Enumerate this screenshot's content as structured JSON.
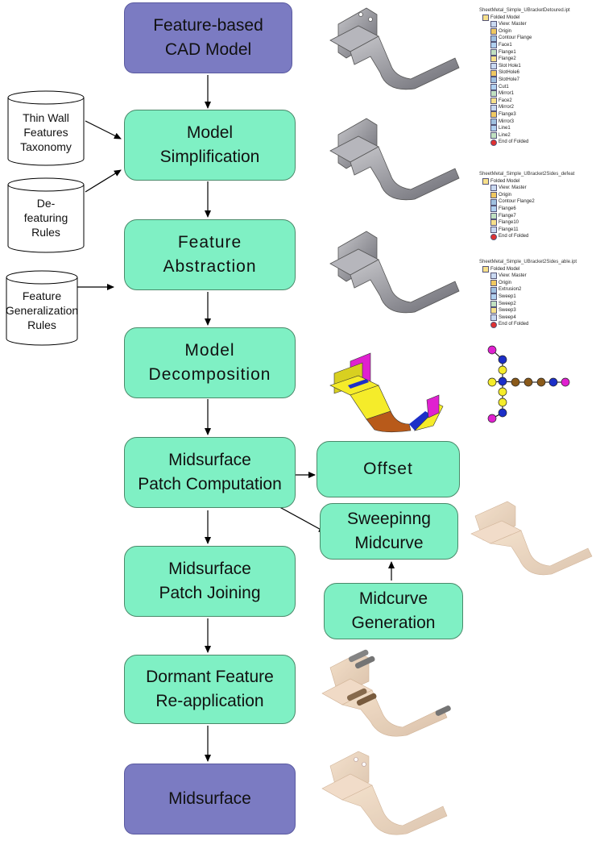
{
  "process_boxes": [
    {
      "id": "cad",
      "label": "Feature-based\nCAD Model"
    },
    {
      "id": "simplification",
      "label": "Model\nSimplification"
    },
    {
      "id": "abstraction",
      "label": "Feature\nAbstraction"
    },
    {
      "id": "decomposition",
      "label": "Model\nDecomposition"
    },
    {
      "id": "patch_computation",
      "label": "Midsurface\nPatch Computation"
    },
    {
      "id": "patch_joining",
      "label": "Midsurface\nPatch Joining"
    },
    {
      "id": "dormant",
      "label": "Dormant Feature\nRe-application"
    },
    {
      "id": "midsurface",
      "label": "Midsurface"
    },
    {
      "id": "offset",
      "label": "Offset"
    },
    {
      "id": "sweeping",
      "label": "Sweepinng\nMidcurve"
    },
    {
      "id": "midcurve_gen",
      "label": "Midcurve\nGeneration"
    }
  ],
  "databases": [
    {
      "id": "taxonomy",
      "label": "Thin Wall\nFeatures\nTaxonomy"
    },
    {
      "id": "defeaturing",
      "label": "De-\nfeaturing\nRules"
    },
    {
      "id": "generalization",
      "label": "Feature\nGeneralization\nRules"
    }
  ],
  "feature_trees": [
    {
      "id": "tree1",
      "title": "SheetMetal_Simple_UBracketDetoured.ipt",
      "items": [
        "Folded Model",
        "View: Master",
        "Origin",
        "Contour Flange",
        "Face1",
        "Flange1",
        "Flange2",
        "Slot Hole1",
        "SlotHole6",
        "SlotHole7",
        "Cut1",
        "Mirror1",
        "Face2",
        "Mirror2",
        "Flange3",
        "Mirror3",
        "Line1",
        "Line2",
        "End of Folded"
      ]
    },
    {
      "id": "tree2",
      "title": "SheetMetal_Simple_UBracket2Sides_defeat",
      "items": [
        "Folded Model",
        "View: Master",
        "Origin",
        "Contour Flange2",
        "Flange6",
        "Flange7",
        "Flange10",
        "Flange11",
        "End of Folded"
      ]
    },
    {
      "id": "tree3",
      "title": "SheetMetal_Simple_UBracket2Sides_able.ipt",
      "items": [
        "Folded Model",
        "View: Master",
        "Origin",
        "Extrusion2",
        "Sweep1",
        "Sweep2",
        "Sweep3",
        "Sweep4",
        "End of Folded"
      ]
    }
  ],
  "colors": {
    "process_fill": "#7ff0c4",
    "terminal_fill": "#7b7bc2",
    "graph_yellow": "#f5ec2a",
    "graph_blue": "#1c2fc8",
    "graph_brown": "#8a5a1a",
    "graph_magenta": "#e020d0",
    "part_gray": "#9a9aa0",
    "part_beige": "#e8d2bd"
  }
}
